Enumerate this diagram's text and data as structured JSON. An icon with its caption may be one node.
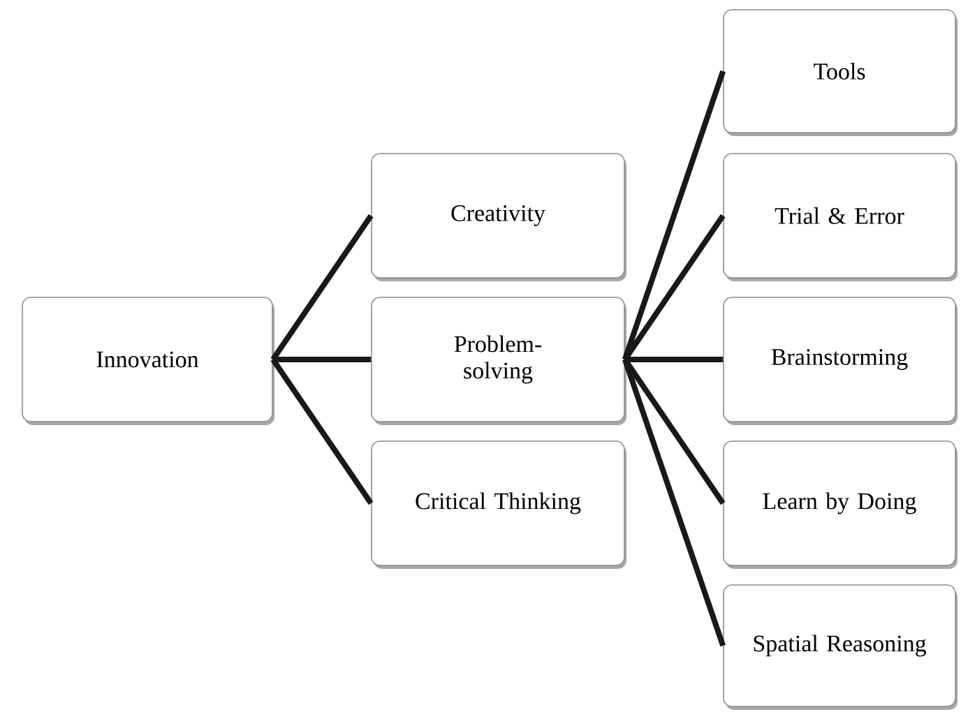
{
  "diagram": {
    "nodes": [
      {
        "text": [
          "Innovation"
        ]
      },
      {
        "text": [
          "Creativity"
        ]
      },
      {
        "text": [
          "Problem-solving"
        ]
      },
      {
        "text": [
          "Critical Thinking"
        ]
      },
      {
        "text": [
          "Tools"
        ]
      },
      {
        "text": [
          "Trial & Error"
        ]
      },
      {
        "text": [
          "Brainstorming"
        ]
      },
      {
        "text": [
          "Learn by Doing"
        ]
      },
      {
        "text": [
          "Spatial Reasoning"
        ]
      }
    ],
    "edges": [
      {
        "from": 0,
        "to": 1,
        "arrow": "none"
      },
      {
        "from": 0,
        "to": 2,
        "arrow": "none"
      },
      {
        "from": 0,
        "to": 3,
        "arrow": "none"
      },
      {
        "from": 2,
        "to": 4,
        "arrow": "none"
      },
      {
        "from": 2,
        "to": 5,
        "arrow": "none"
      },
      {
        "from": 2,
        "to": 6,
        "arrow": "none"
      },
      {
        "from": 2,
        "to": 7,
        "arrow": "none"
      },
      {
        "from": 2,
        "to": 8,
        "arrow": "none"
      }
    ]
  }
}
